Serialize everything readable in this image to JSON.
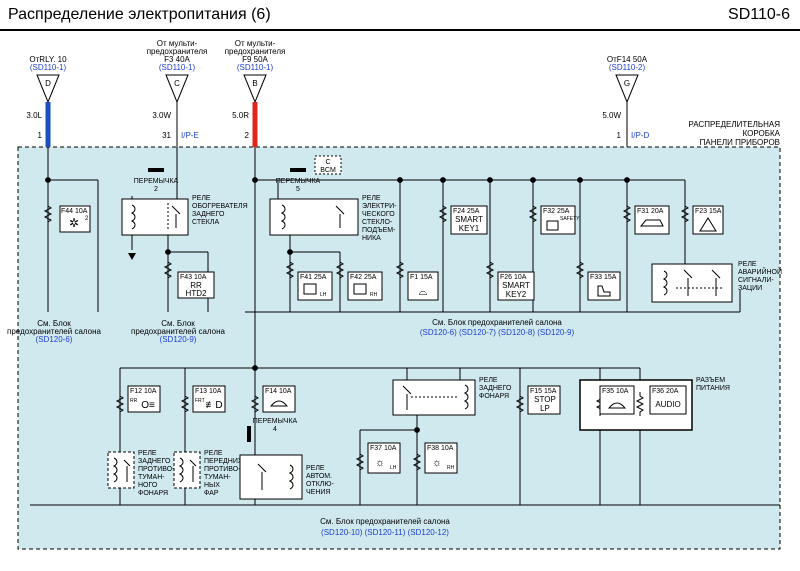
{
  "header": {
    "title": "Распределение электропитания (6)",
    "code": "SD110-6"
  },
  "colors": {
    "box_fill": "#cfe9ef",
    "wire_blue": "#1f4fbf",
    "wire_red": "#e0251b",
    "ref_blue": "#1f3fd0"
  },
  "connectors": [
    {
      "id": "D",
      "from": "ОтRLY. 10",
      "ref": "(SD110-1)",
      "wire": "3.0L",
      "pin": "1",
      "tag": ""
    },
    {
      "id": "C",
      "from_l1": "От мульти-",
      "from_l2": "предохранителя",
      "from_l3": "F3 40A",
      "ref": "(SD110-1)",
      "wire": "3.0W",
      "pin": "31",
      "tag": "I/P-E"
    },
    {
      "id": "B",
      "from_l1": "От мульти-",
      "from_l2": "предохранителя",
      "from_l3": "F9 50A",
      "ref": "(SD110-1)",
      "wire": "5.0R",
      "pin": "2",
      "tag": ""
    },
    {
      "id": "G",
      "from": "ОтF14 50A",
      "ref": "(SD110-2)",
      "wire": "5.0W",
      "pin": "1",
      "tag": "I/P-D"
    }
  ],
  "box_label": {
    "l1": "РАСПРЕДЕЛИТЕЛЬНАЯ",
    "l2": "КОРОБКА",
    "l3": "ПАНЕЛИ ПРИБОРОВ"
  },
  "fuses": {
    "f44": {
      "label": "F44 10A",
      "sub": "2"
    },
    "f43": {
      "label": "F43 10A",
      "l1": "RR",
      "l2": "HTD2"
    },
    "f41": {
      "label": "F41 25A",
      "sub": "LH"
    },
    "f42": {
      "label": "F42 25A",
      "sub": "RH"
    },
    "f1": {
      "label": "F1 15A"
    },
    "f24": {
      "label": "F24 25A",
      "l1": "SMART",
      "l2": "KEY1"
    },
    "f26": {
      "label": "F26 10A",
      "l1": "SMART",
      "l2": "KEY2"
    },
    "f32": {
      "label": "F32 25A",
      "sub": "SAFETY"
    },
    "f33": {
      "label": "F33 15A"
    },
    "f31": {
      "label": "F31 20A"
    },
    "f23": {
      "label": "F23 15A"
    },
    "f12": {
      "label": "F12 10A",
      "sub": "RR"
    },
    "f13": {
      "label": "F13 10A",
      "sub": "FRT"
    },
    "f14": {
      "label": "F14 10A"
    },
    "f37": {
      "label": "F37 10A",
      "sub": "LH"
    },
    "f38": {
      "label": "F38 10A",
      "sub": "RH"
    },
    "f15": {
      "label": "F15 15A",
      "l1": "STOP",
      "l2": "LP"
    },
    "f35": {
      "label": "F35 10A"
    },
    "f36": {
      "label": "F36 20A",
      "l1": "AUDIO"
    }
  },
  "jumpers": {
    "j2": {
      "l1": "ПЕРЕМЫЧКА",
      "l2": "2"
    },
    "j5": {
      "l1": "ПЕРЕМЫЧКА",
      "l2": "5"
    },
    "j4": {
      "l1": "ПЕРЕМЫЧКА",
      "l2": "4"
    }
  },
  "bcm": {
    "l1": "C",
    "l2": "BCM"
  },
  "relays": {
    "rear_defog": [
      "РЕЛЕ",
      "ОБОГРЕВАТЕЛЯ",
      "ЗАДНЕГО",
      "СТЕКЛА"
    ],
    "power_window": [
      "РЕЛЕ",
      "ЭЛЕКТРИ-",
      "ЧЕСКОГО",
      "СТЕКЛО-",
      "ПОДЪЕМ-",
      "НИКА"
    ],
    "hazard": [
      "РЕЛЕ",
      "АВАРИЙНОЙ",
      "СИГНАЛИ-",
      "ЗАЦИИ"
    ],
    "rear_fog_lamp": [
      "РЕЛЕ",
      "ЗАДНЕГО",
      "ФОНАРЯ"
    ],
    "rear_fog": [
      "РЕЛЕ",
      "ЗАДНЕГО",
      "ПРОТИВО-",
      "ТУМАН-",
      "НОГО",
      "ФОНАРЯ"
    ],
    "front_fog": [
      "РЕЛЕ",
      "ПЕРЕДНИХ",
      "ПРОТИВО-",
      "ТУМАН-",
      "НЫХ",
      "ФАР"
    ],
    "auto_cut": [
      "РЕЛЕ",
      "АВТОМ.",
      "ОТКЛЮ-",
      "ЧЕНИЯ"
    ],
    "power_connector": [
      "РАЗЪЕМ",
      "ПИТАНИЯ"
    ]
  },
  "refs": {
    "r1_l1": "См. Блок",
    "r1_l2": "предохранителей салона",
    "r1_ref": "(SD120-6)",
    "r2_l1": "См. Блок",
    "r2_l2": "предохранителей салона",
    "r2_ref": "(SD120-9)",
    "r3_l1": "См. Блок предохранителей салона",
    "r3_ref": "(SD120-6) (SD120-7) (SD120-8) (SD120-9)",
    "r4_l1": "См. Блок предохранителей салона",
    "r4_ref": "(SD120-10) (SD120-11) (SD120-12)"
  }
}
